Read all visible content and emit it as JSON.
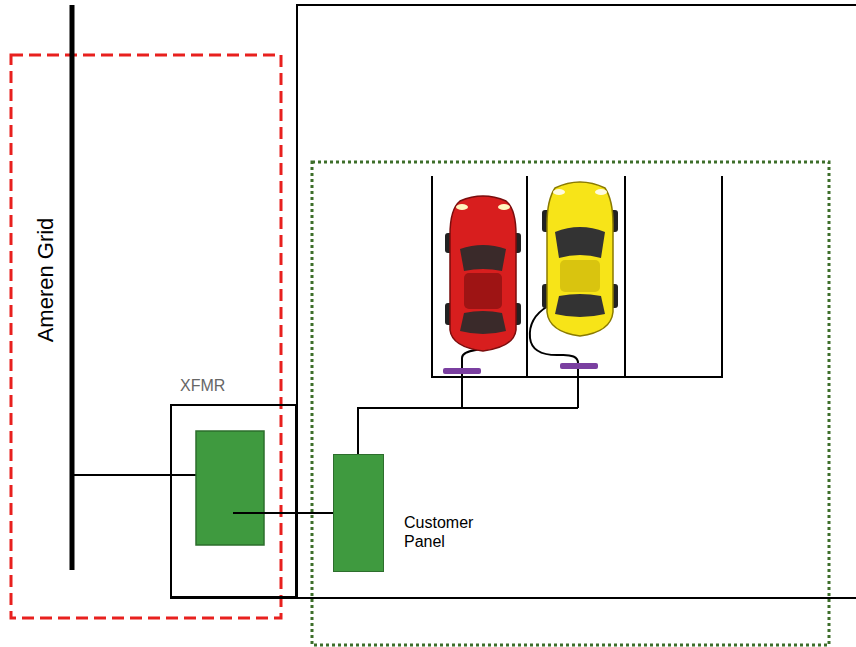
{
  "diagram": {
    "nodes": [
      {
        "text": [
          "XFMR"
        ]
      },
      {
        "text": [
          "Customer Panel"
        ]
      }
    ],
    "edges": [
      {
        "from": 0,
        "to": 1,
        "arrow": "none"
      }
    ],
    "labels": [
      "Ameren Grid"
    ]
  }
}
